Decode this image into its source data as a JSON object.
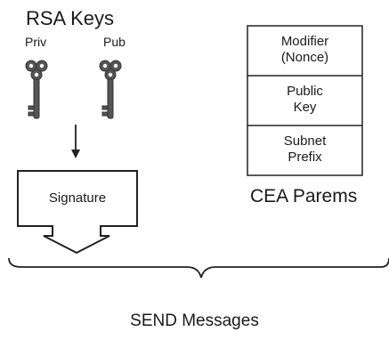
{
  "keys": {
    "title": "RSA Keys",
    "private_label": "Priv",
    "public_label": "Pub"
  },
  "signature": {
    "label": "Signature"
  },
  "cea": {
    "cells": [
      {
        "label": "Modifier\n(Nonce)"
      },
      {
        "label": "Public\nKey"
      },
      {
        "label": "Subnet\nPrefix"
      }
    ],
    "caption": "CEA Parems"
  },
  "messages": {
    "label": "SEND Messages"
  }
}
